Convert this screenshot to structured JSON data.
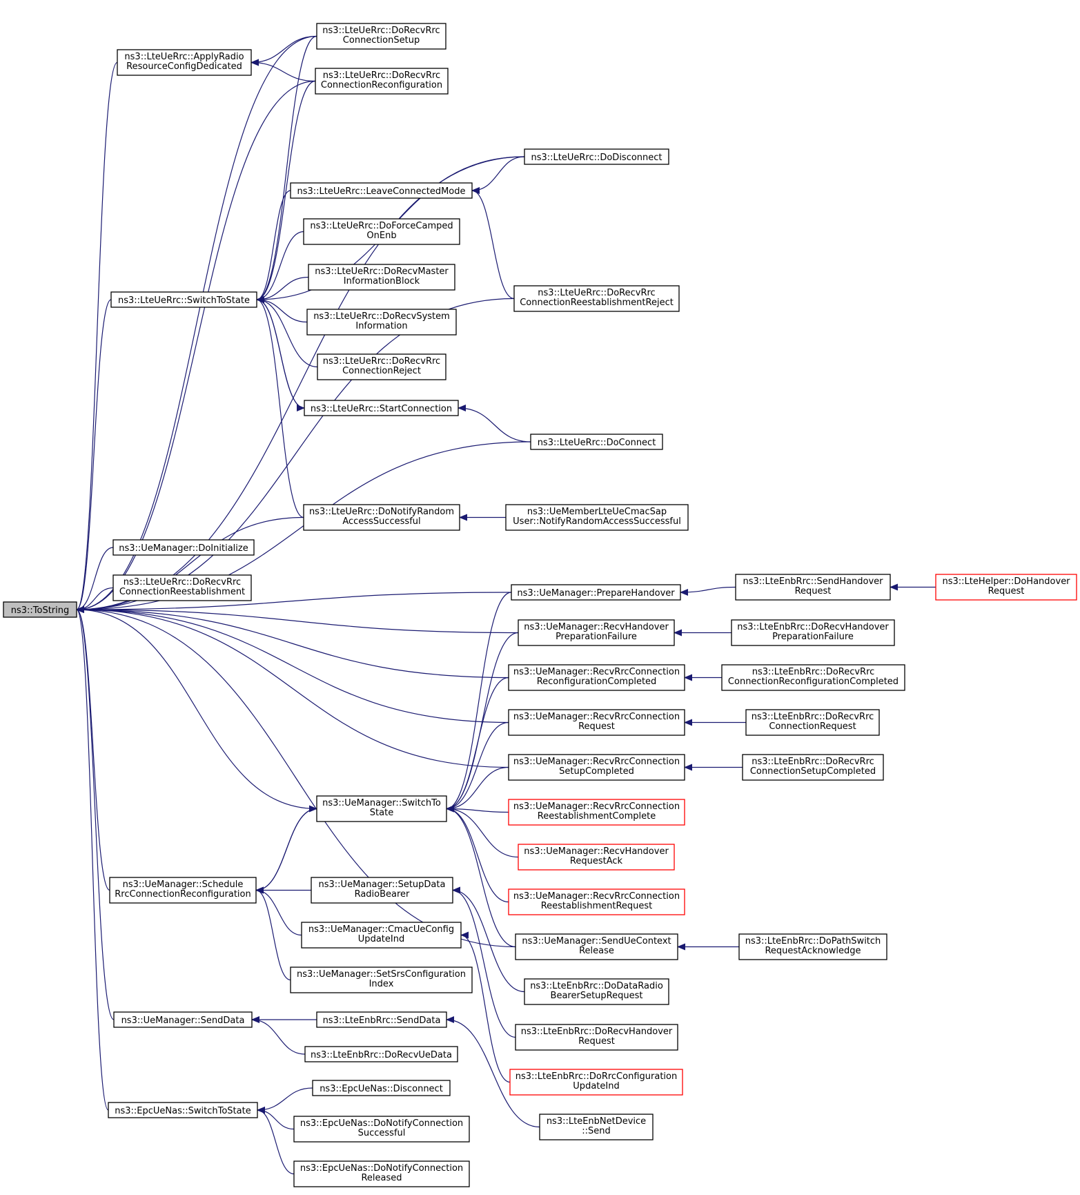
{
  "graph": {
    "nodes": [
      {
        "id": "root",
        "lines": [
          "ns3::ToString"
        ],
        "root": true
      },
      {
        "id": "applyRadio",
        "lines": [
          "ns3::LteUeRrc::ApplyRadio",
          "ResourceConfigDedicated"
        ]
      },
      {
        "id": "ueSwitch",
        "lines": [
          "ns3::LteUeRrc::SwitchToState"
        ]
      },
      {
        "id": "ueMgrInit",
        "lines": [
          "ns3::UeManager::DoInitialize"
        ]
      },
      {
        "id": "recvReest",
        "lines": [
          "ns3::LteUeRrc::DoRecvRrc",
          "ConnectionReestablishment"
        ]
      },
      {
        "id": "schedRecfg",
        "lines": [
          "ns3::UeManager::Schedule",
          "RrcConnectionReconfiguration"
        ]
      },
      {
        "id": "ueMgrSend",
        "lines": [
          "ns3::UeManager::SendData"
        ]
      },
      {
        "id": "epcSwitch",
        "lines": [
          "ns3::EpcUeNas::SwitchToState"
        ]
      },
      {
        "id": "recvSetup",
        "lines": [
          "ns3::LteUeRrc::DoRecvRrc",
          "ConnectionSetup"
        ]
      },
      {
        "id": "recvRecfg",
        "lines": [
          "ns3::LteUeRrc::DoRecvRrc",
          "ConnectionReconfiguration"
        ]
      },
      {
        "id": "leaveConn",
        "lines": [
          "ns3::LteUeRrc::LeaveConnectedMode"
        ]
      },
      {
        "id": "forceCamped",
        "lines": [
          "ns3::LteUeRrc::DoForceCamped",
          "OnEnb"
        ]
      },
      {
        "id": "recvMib",
        "lines": [
          "ns3::LteUeRrc::DoRecvMaster",
          "InformationBlock"
        ]
      },
      {
        "id": "recvSib",
        "lines": [
          "ns3::LteUeRrc::DoRecvSystem",
          "Information"
        ]
      },
      {
        "id": "recvConnReject",
        "lines": [
          "ns3::LteUeRrc::DoRecvRrc",
          "ConnectionReject"
        ]
      },
      {
        "id": "startConn",
        "lines": [
          "ns3::LteUeRrc::StartConnection"
        ]
      },
      {
        "id": "notifyRA",
        "lines": [
          "ns3::LteUeRrc::DoNotifyRandom",
          "AccessSuccessful"
        ]
      },
      {
        "id": "mgrSwitch",
        "lines": [
          "ns3::UeManager::SwitchTo",
          "State"
        ]
      },
      {
        "id": "setupDrb",
        "lines": [
          "ns3::UeManager::SetupData",
          "RadioBearer"
        ]
      },
      {
        "id": "cmacUpdate",
        "lines": [
          "ns3::UeManager::CmacUeConfig",
          "UpdateInd"
        ]
      },
      {
        "id": "setSrs",
        "lines": [
          "ns3::UeManager::SetSrsConfiguration",
          "Index"
        ]
      },
      {
        "id": "enbSendData",
        "lines": [
          "ns3::LteEnbRrc::SendData"
        ]
      },
      {
        "id": "recvUeData",
        "lines": [
          "ns3::LteEnbRrc::DoRecvUeData"
        ]
      },
      {
        "id": "epcDisconnect",
        "lines": [
          "ns3::EpcUeNas::Disconnect"
        ]
      },
      {
        "id": "epcNotifySucc",
        "lines": [
          "ns3::EpcUeNas::DoNotifyConnection",
          "Successful"
        ]
      },
      {
        "id": "epcNotifyRel",
        "lines": [
          "ns3::EpcUeNas::DoNotifyConnection",
          "Released"
        ]
      },
      {
        "id": "doDisconnect",
        "lines": [
          "ns3::LteUeRrc::DoDisconnect"
        ]
      },
      {
        "id": "reestReject",
        "lines": [
          "ns3::LteUeRrc::DoRecvRrc",
          "ConnectionReestablishmentReject"
        ]
      },
      {
        "id": "doConnect",
        "lines": [
          "ns3::LteUeRrc::DoConnect"
        ]
      },
      {
        "id": "cmacSapNotify",
        "lines": [
          "ns3::UeMemberLteUeCmacSap",
          "User::NotifyRandomAccessSuccessful"
        ]
      },
      {
        "id": "prepHo",
        "lines": [
          "ns3::UeManager::PrepareHandover"
        ]
      },
      {
        "id": "recvHoPrepFail",
        "lines": [
          "ns3::UeManager::RecvHandover",
          "PreparationFailure"
        ]
      },
      {
        "id": "recvRecfgDone",
        "lines": [
          "ns3::UeManager::RecvRrcConnection",
          "ReconfigurationCompleted"
        ]
      },
      {
        "id": "recvConnReq",
        "lines": [
          "ns3::UeManager::RecvRrcConnection",
          "Request"
        ]
      },
      {
        "id": "recvSetupDone",
        "lines": [
          "ns3::UeManager::RecvRrcConnection",
          "SetupCompleted"
        ]
      },
      {
        "id": "recvReestComplete",
        "lines": [
          "ns3::UeManager::RecvRrcConnection",
          "ReestablishmentComplete"
        ],
        "red": true
      },
      {
        "id": "recvHoReqAck",
        "lines": [
          "ns3::UeManager::RecvHandover",
          "RequestAck"
        ],
        "red": true
      },
      {
        "id": "recvReestReq",
        "lines": [
          "ns3::UeManager::RecvRrcConnection",
          "ReestablishmentRequest"
        ],
        "red": true
      },
      {
        "id": "sendUeCtxRel",
        "lines": [
          "ns3::UeManager::SendUeContext",
          "Release"
        ]
      },
      {
        "id": "doDataRadio",
        "lines": [
          "ns3::LteEnbRrc::DoDataRadio",
          "BearerSetupRequest"
        ]
      },
      {
        "id": "enbRecvHoReq",
        "lines": [
          "ns3::LteEnbRrc::DoRecvHandover",
          "Request"
        ]
      },
      {
        "id": "rrcCfgUpdate",
        "lines": [
          "ns3::LteEnbRrc::DoRrcConfiguration",
          "UpdateInd"
        ],
        "red": true
      },
      {
        "id": "enbDevSend",
        "lines": [
          "ns3::LteEnbNetDevice",
          "::Send"
        ]
      },
      {
        "id": "enbSendHoReq",
        "lines": [
          "ns3::LteEnbRrc::SendHandover",
          "Request"
        ]
      },
      {
        "id": "helperHo",
        "lines": [
          "ns3::LteHelper::DoHandover",
          "Request"
        ],
        "red": true
      },
      {
        "id": "enbRecvHoPrepFail",
        "lines": [
          "ns3::LteEnbRrc::DoRecvHandover",
          "PreparationFailure"
        ]
      },
      {
        "id": "enbRecvRecfgDone",
        "lines": [
          "ns3::LteEnbRrc::DoRecvRrc",
          "ConnectionReconfigurationCompleted"
        ]
      },
      {
        "id": "enbRecvConnReq",
        "lines": [
          "ns3::LteEnbRrc::DoRecvRrc",
          "ConnectionRequest"
        ]
      },
      {
        "id": "enbRecvSetupDone",
        "lines": [
          "ns3::LteEnbRrc::DoRecvRrc",
          "ConnectionSetupCompleted"
        ]
      },
      {
        "id": "pathSwitchAck",
        "lines": [
          "ns3::LteEnbRrc::DoPathSwitch",
          "RequestAcknowledge"
        ]
      }
    ],
    "edges": [
      [
        "applyRadio",
        "root"
      ],
      [
        "ueSwitch",
        "root"
      ],
      [
        "ueMgrInit",
        "root"
      ],
      [
        "recvReest",
        "root"
      ],
      [
        "schedRecfg",
        "root"
      ],
      [
        "ueMgrSend",
        "root"
      ],
      [
        "epcSwitch",
        "root"
      ],
      [
        "recvSetup",
        "root"
      ],
      [
        "recvRecfg",
        "root"
      ],
      [
        "doDisconnect",
        "root"
      ],
      [
        "reestReject",
        "root"
      ],
      [
        "doConnect",
        "root"
      ],
      [
        "notifyRA",
        "root"
      ],
      [
        "prepHo",
        "root"
      ],
      [
        "recvHoPrepFail",
        "root"
      ],
      [
        "recvRecfgDone",
        "root"
      ],
      [
        "recvConnReq",
        "root"
      ],
      [
        "recvSetupDone",
        "root"
      ],
      [
        "mgrSwitch",
        "root"
      ],
      [
        "sendUeCtxRel",
        "root"
      ],
      [
        "recvSetup",
        "applyRadio"
      ],
      [
        "recvRecfg",
        "applyRadio"
      ],
      [
        "recvSetup",
        "ueSwitch"
      ],
      [
        "recvRecfg",
        "ueSwitch"
      ],
      [
        "doDisconnect",
        "ueSwitch"
      ],
      [
        "leaveConn",
        "ueSwitch"
      ],
      [
        "forceCamped",
        "ueSwitch"
      ],
      [
        "recvMib",
        "ueSwitch"
      ],
      [
        "recvSib",
        "ueSwitch"
      ],
      [
        "recvConnReject",
        "ueSwitch"
      ],
      [
        "startConn",
        "ueSwitch"
      ],
      [
        "notifyRA",
        "ueSwitch"
      ],
      [
        "ueSwitch",
        "startConn"
      ],
      [
        "doDisconnect",
        "leaveConn"
      ],
      [
        "reestReject",
        "leaveConn"
      ],
      [
        "doConnect",
        "startConn"
      ],
      [
        "cmacSapNotify",
        "notifyRA"
      ],
      [
        "enbSendHoReq",
        "prepHo"
      ],
      [
        "helperHo",
        "enbSendHoReq"
      ],
      [
        "enbRecvHoPrepFail",
        "recvHoPrepFail"
      ],
      [
        "enbRecvRecfgDone",
        "recvRecfgDone"
      ],
      [
        "enbRecvConnReq",
        "recvConnReq"
      ],
      [
        "enbRecvSetupDone",
        "recvSetupDone"
      ],
      [
        "prepHo",
        "mgrSwitch"
      ],
      [
        "recvHoPrepFail",
        "mgrSwitch"
      ],
      [
        "recvRecfgDone",
        "mgrSwitch"
      ],
      [
        "recvConnReq",
        "mgrSwitch"
      ],
      [
        "recvSetupDone",
        "mgrSwitch"
      ],
      [
        "recvReestComplete",
        "mgrSwitch"
      ],
      [
        "recvHoReqAck",
        "mgrSwitch"
      ],
      [
        "recvReestReq",
        "mgrSwitch"
      ],
      [
        "sendUeCtxRel",
        "mgrSwitch"
      ],
      [
        "schedRecfg",
        "mgrSwitch"
      ],
      [
        "mgrSwitch",
        "schedRecfg"
      ],
      [
        "pathSwitchAck",
        "sendUeCtxRel"
      ],
      [
        "setupDrb",
        "schedRecfg"
      ],
      [
        "cmacUpdate",
        "schedRecfg"
      ],
      [
        "setSrs",
        "schedRecfg"
      ],
      [
        "doDataRadio",
        "setupDrb"
      ],
      [
        "enbRecvHoReq",
        "setupDrb"
      ],
      [
        "rrcCfgUpdate",
        "cmacUpdate"
      ],
      [
        "enbSendData",
        "ueMgrSend"
      ],
      [
        "recvUeData",
        "ueMgrSend"
      ],
      [
        "enbDevSend",
        "enbSendData"
      ],
      [
        "epcDisconnect",
        "epcSwitch"
      ],
      [
        "epcNotifySucc",
        "epcSwitch"
      ],
      [
        "epcNotifyRel",
        "epcSwitch"
      ]
    ]
  }
}
